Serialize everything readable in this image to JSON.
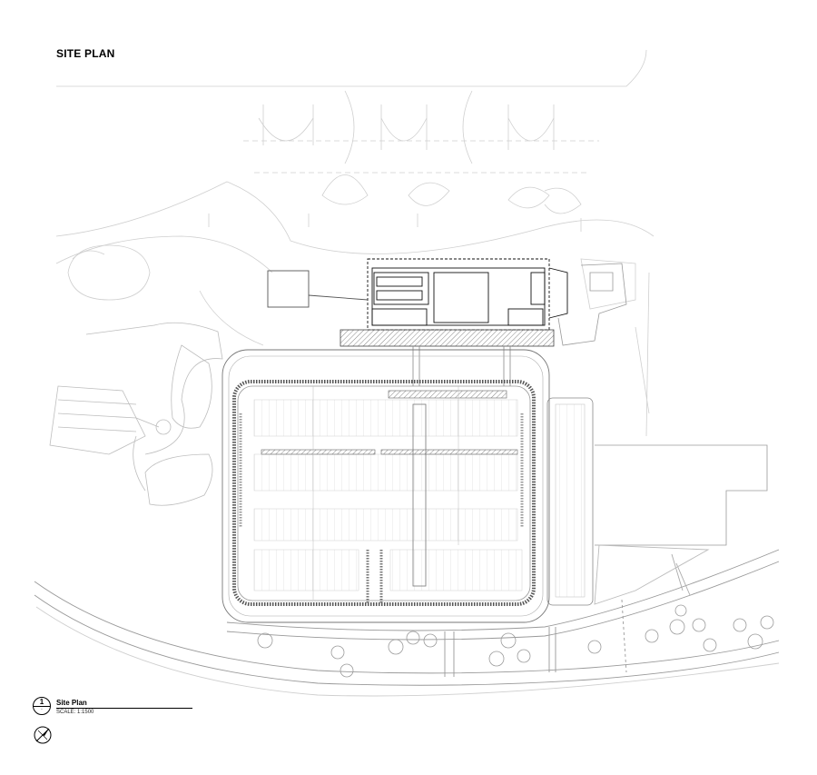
{
  "page": {
    "title": "SITE PLAN"
  },
  "legend": {
    "drawing_number": "1",
    "sheet_ref": "-",
    "drawing_name": "Site Plan",
    "scale": "SCALE: 1:1500"
  },
  "icons": {
    "north_arrow": "north-arrow-icon"
  },
  "colors": {
    "linework": "#000000",
    "faint": "#c8c8c8",
    "paving_hatch": "#9a9a9a"
  }
}
